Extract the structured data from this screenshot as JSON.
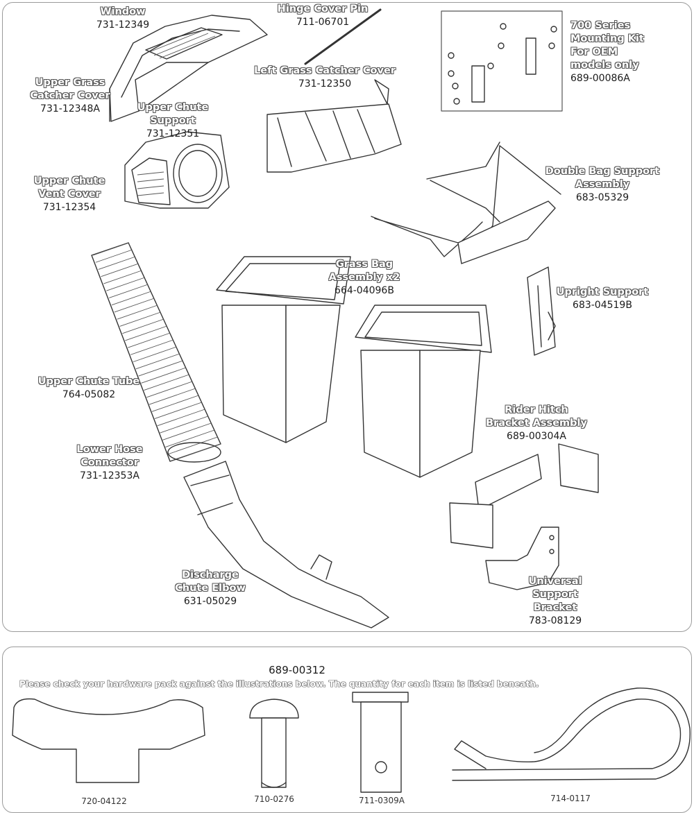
{
  "parts": [
    {
      "id": "window",
      "name": "Window",
      "number": "731-12349"
    },
    {
      "id": "hinge-cover-pin",
      "name": "Hinge Cover Pin",
      "number": "711-06701"
    },
    {
      "id": "mounting-kit",
      "name": "700 Series Mounting Kit For OEM models only",
      "name_lines": [
        "700 Series",
        "Mounting Kit",
        "For OEM",
        "models only"
      ],
      "number": "689-00086A"
    },
    {
      "id": "upper-grass-catcher-cover",
      "name_lines": [
        "Upper Grass",
        "Catcher Cover"
      ],
      "number": "731-12348A"
    },
    {
      "id": "left-grass-catcher-cover",
      "name": "Left Grass Catcher Cover",
      "number": "731-12350"
    },
    {
      "id": "upper-chute-support",
      "name_lines": [
        "Upper Chute",
        "Support"
      ],
      "number": "731-12351"
    },
    {
      "id": "upper-chute-vent-cover",
      "name_lines": [
        "Upper Chute",
        "Vent Cover"
      ],
      "number": "731-12354"
    },
    {
      "id": "double-bag-support",
      "name_lines": [
        "Double Bag Support",
        "Assembly"
      ],
      "number": "683-05329"
    },
    {
      "id": "grass-bag",
      "name_lines": [
        "Grass Bag",
        "Assembly x2"
      ],
      "number": "664-04096B"
    },
    {
      "id": "upright-support",
      "name": "Upright Support",
      "number": "683-04519B"
    },
    {
      "id": "upper-chute-tube",
      "name": "Upper Chute Tube",
      "number": "764-05082"
    },
    {
      "id": "rider-hitch-bracket",
      "name_lines": [
        "Rider Hitch",
        "Bracket Assembly"
      ],
      "number": "689-00304A"
    },
    {
      "id": "lower-hose-connector",
      "name_lines": [
        "Lower Hose",
        "Connector"
      ],
      "number": "731-12353A"
    },
    {
      "id": "discharge-chute-elbow",
      "name_lines": [
        "Discharge",
        "Chute Elbow"
      ],
      "number": "631-05029"
    },
    {
      "id": "universal-support-bracket",
      "name_lines": [
        "Universal",
        "Support",
        "Bracket"
      ],
      "number": "783-08129"
    }
  ],
  "hardware": {
    "kit_number": "689-00312",
    "instructions": "Please check your hardware pack against the illustrations below. The quantity for each item is listed beneath.",
    "items": [
      {
        "id": "wing-nut",
        "icon": "wing-nut-icon",
        "number": "720-04122"
      },
      {
        "id": "clevis-pin",
        "icon": "clevis-pin-icon",
        "number": "710-0276"
      },
      {
        "id": "hitch-pin",
        "icon": "hitch-pin-icon",
        "number": "711-0309A"
      },
      {
        "id": "hairpin-clip",
        "icon": "hairpin-clip-icon",
        "number": "714-0117"
      }
    ]
  }
}
